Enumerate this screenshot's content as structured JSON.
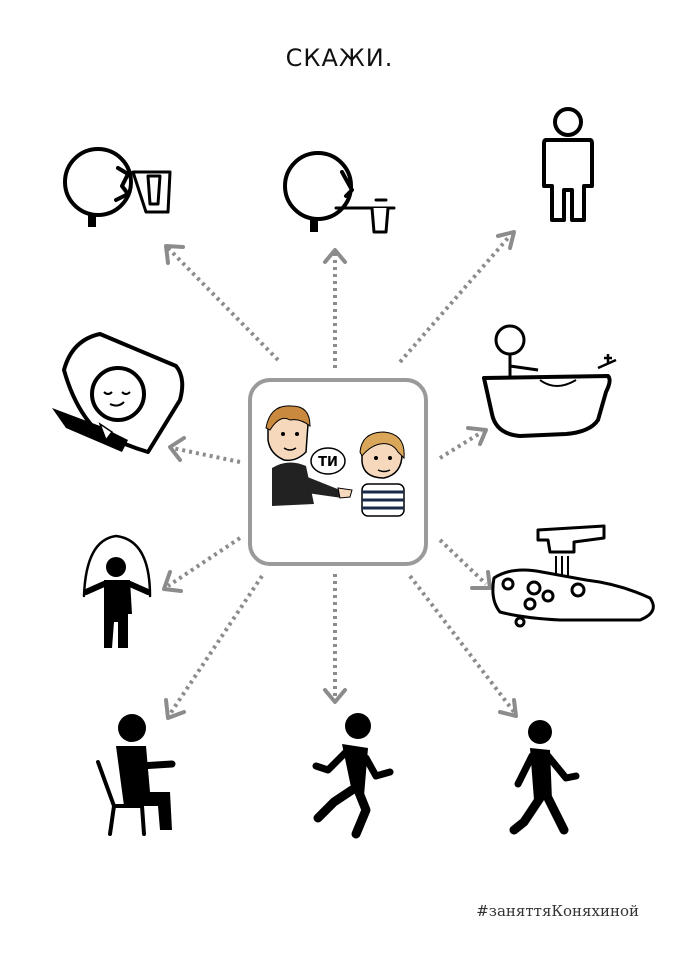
{
  "title": "СКАЖИ.",
  "center": {
    "speech_bubble": "ТИ"
  },
  "hashtag": "#заняттяКоняхиной",
  "arrow_color": "#8c8c8c",
  "frame_color": "#9a9a9a"
}
